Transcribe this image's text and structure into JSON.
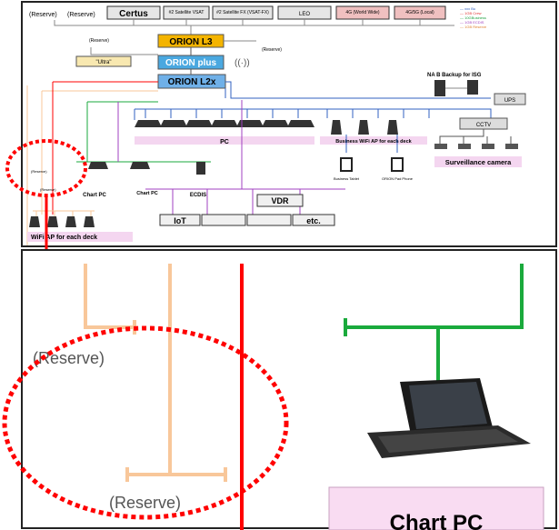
{
  "top": {
    "header_boxes": [
      {
        "id": "certus",
        "label": "Certus"
      },
      {
        "id": "sat1",
        "label": "#2 Satellite VSAT"
      },
      {
        "id": "sat2",
        "label": "#2 Satellite FX (VSAT-FX)"
      },
      {
        "id": "leo",
        "label": "LEO"
      },
      {
        "id": "g4",
        "label": "4G (World Wide)"
      },
      {
        "id": "g45",
        "label": "4G/5G (Local)"
      }
    ],
    "reserve_labels": [
      "(Reserve)",
      "(Reserve)",
      "(Reserve)",
      "(Reserve)",
      "(Reserve)",
      "(Reserve)"
    ],
    "legend": [
      "— xxx Bu",
      "— 1GB Crew",
      "— 10GBusiness",
      "— 1GB ECDIS",
      "— 1GB Reserve"
    ],
    "orion_l3": "ORION L3",
    "orion_plus": "ORION plus",
    "orion_l2x": "ORION L2x",
    "ultra": "\"Ultra\"",
    "na_label": "NA B    Backup for ISG",
    "ups": "UPS",
    "pc_label": "PC",
    "biz_wifi": "Business WiFi AP for each deck",
    "cctv": "CCTV",
    "surveillance": "Surveillance camera",
    "biz_tablet": "Business Tablet",
    "orion_phone": "ORION Pad Phone",
    "chart_pc": "Chart PC",
    "chart_pc2": "Chart PC",
    "ecdis": "ECDIS",
    "vdr": "VDR",
    "iot": "IoT",
    "iot2": "",
    "sensor": "",
    "etc": "etc.",
    "wifi_ap": "WiFi AP for each deck"
  },
  "bottom": {
    "reserve_top": "(Reserve)",
    "reserve_bottom": "(Reserve)",
    "chart_pc": "Chart PC"
  },
  "colors": {
    "orion_l3_fill": "#f4b400",
    "orion_plus_fill": "#4aa8e0",
    "orion_l2x_fill": "#6fb0e8",
    "reserve_line": "#f8c79a",
    "red_line": "#ff0000",
    "green_line": "#1aaa3c",
    "highlight": "#ff0000",
    "pink_box": "#f9dcf2"
  }
}
